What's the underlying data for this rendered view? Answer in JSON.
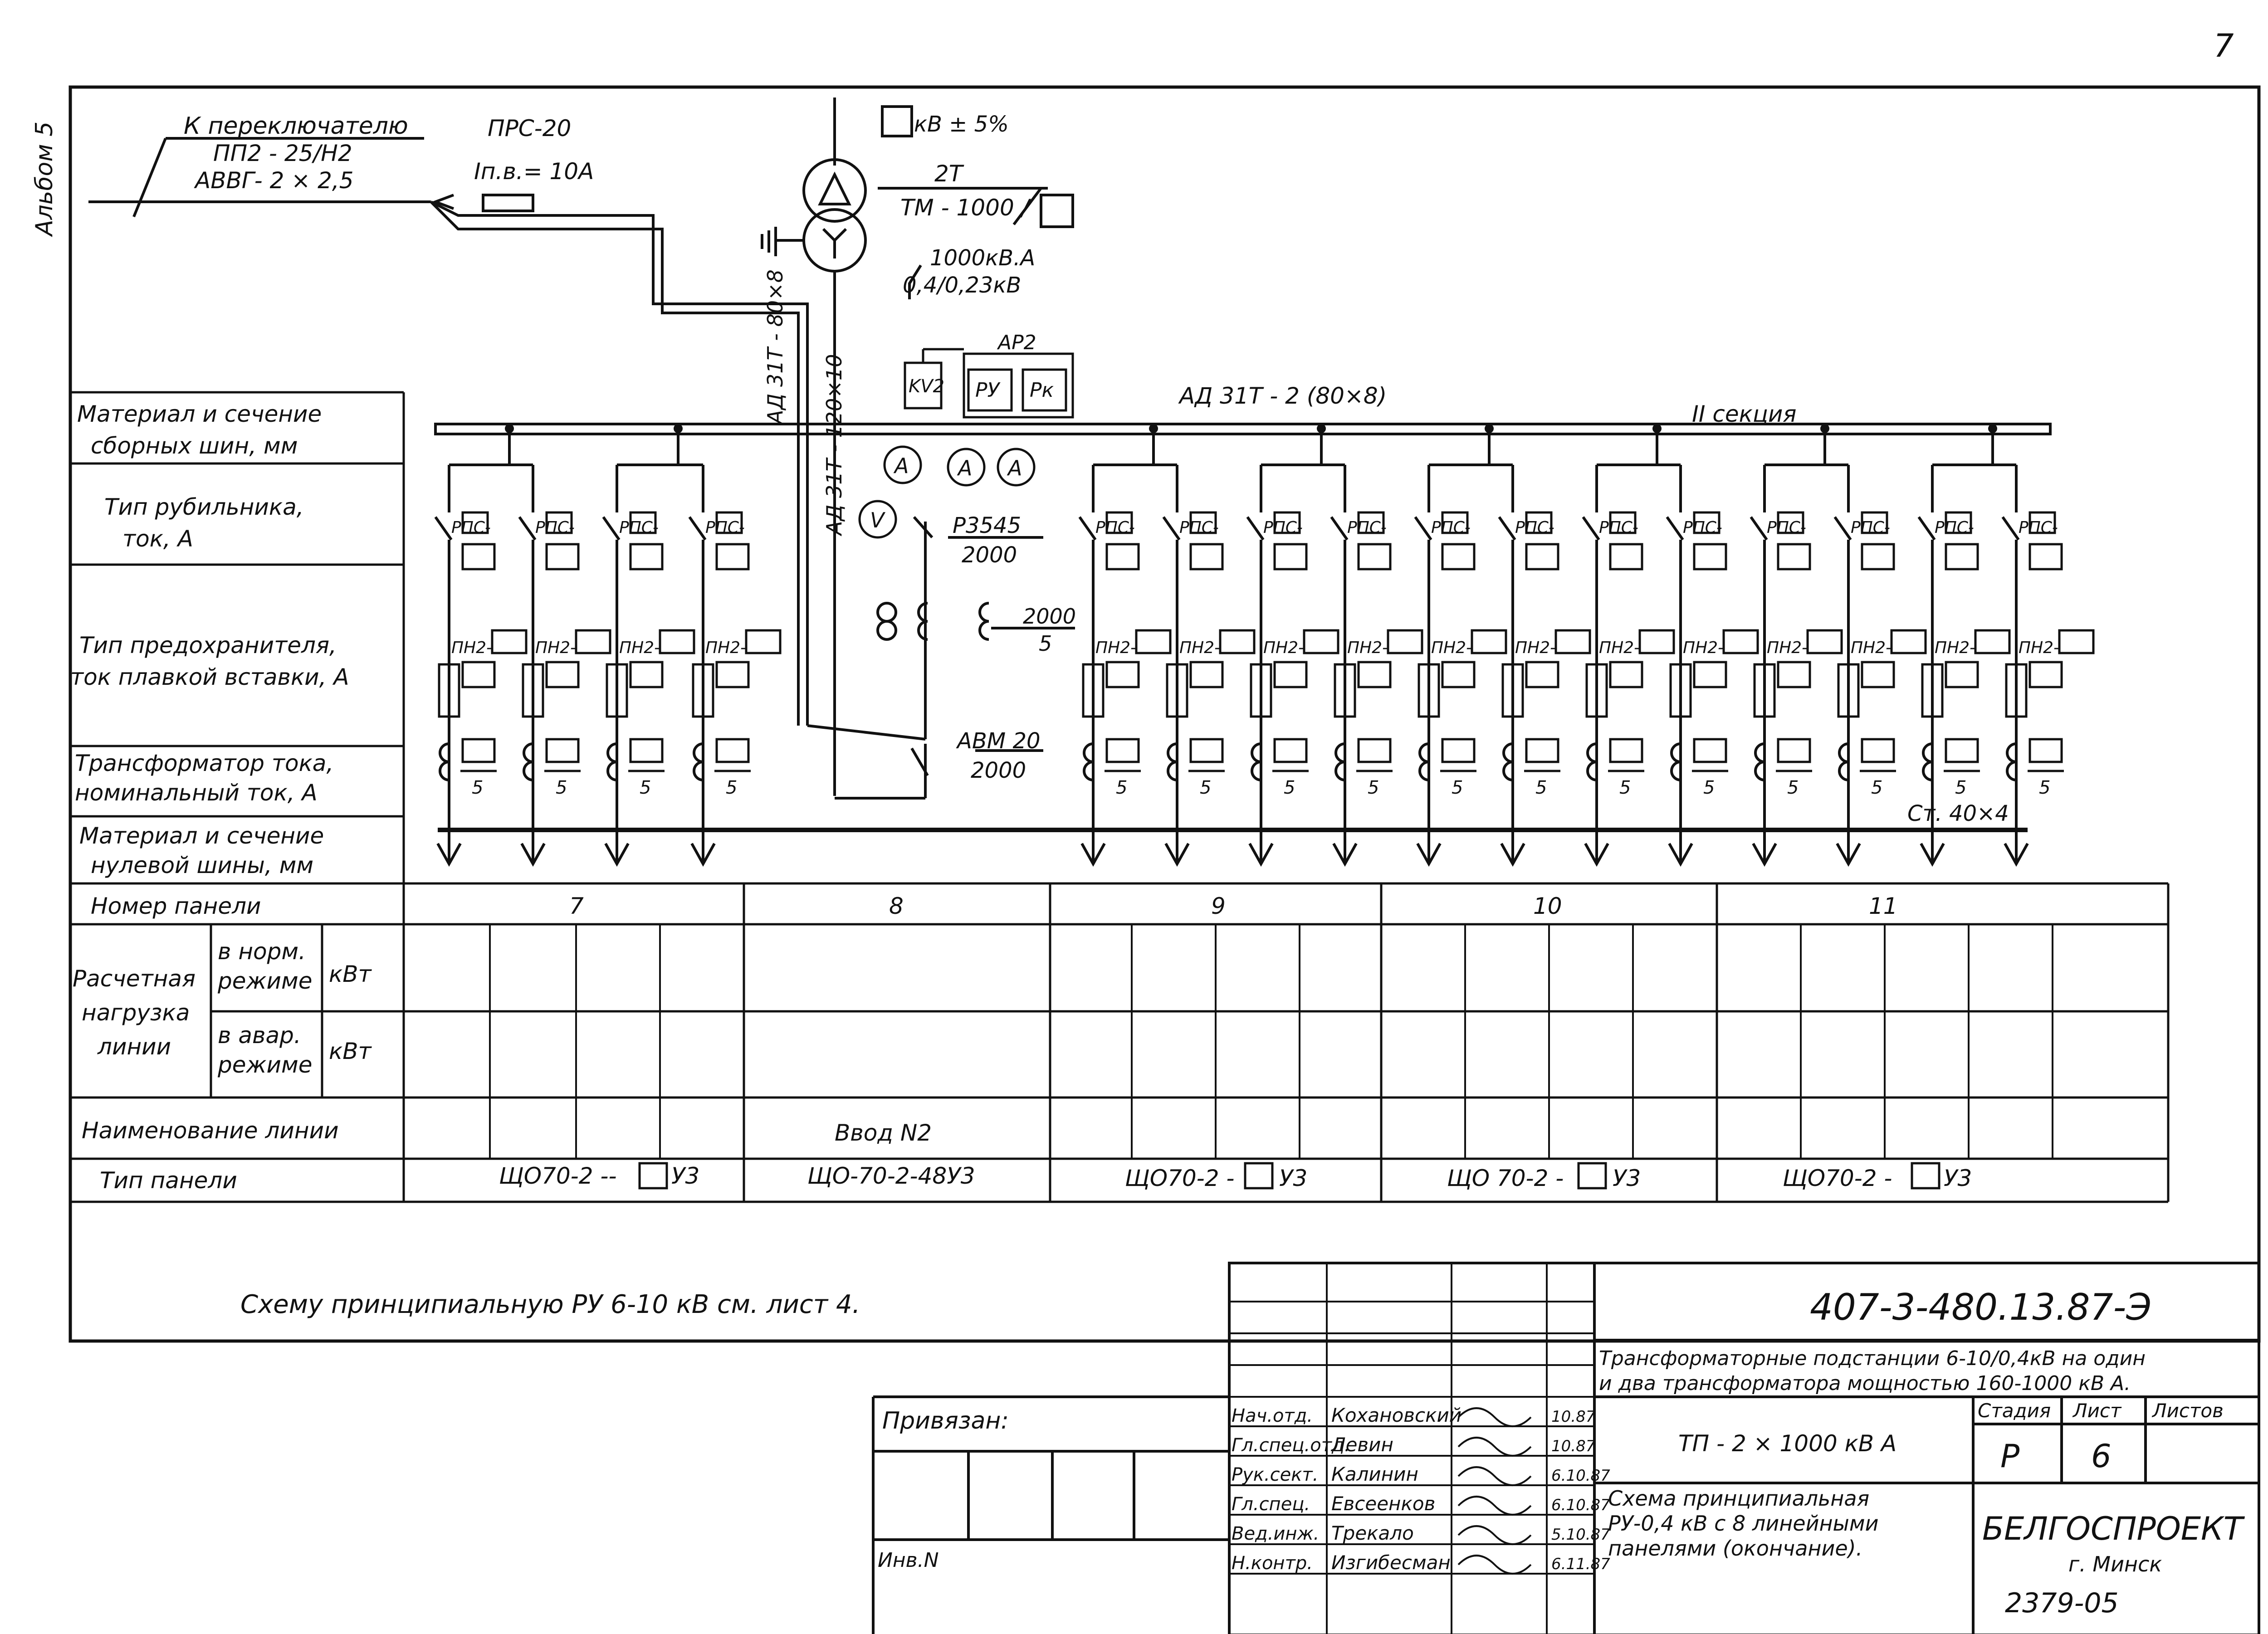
{
  "sheet": {
    "corner_number": "7",
    "side_label": "Альбом 5"
  },
  "feed": {
    "line1": "К переключателю",
    "line2": "ПП2 - 25/Н2",
    "line3": "АВВГ- 2 × 2,5",
    "fuse_type": "ПРС-20",
    "fuse_current": "Iп.в.= 10А"
  },
  "transformer": {
    "voltage_tol": "кВ ± 5%",
    "name": "2Т",
    "type": "ТМ - 1000 /",
    "power": "1000кВ.А",
    "ratio": "0,4/0,23кВ"
  },
  "busbars": {
    "tap1": "АД 31Т - 80×8",
    "tap2": "АД 31Т - 120×10",
    "main": "АД 31Т - 2 (80×8)",
    "section": "II секция",
    "zero_bus": "Ст. 40×4"
  },
  "devices": {
    "ar2": "АР2",
    "kv2": "KV2",
    "ru": "РУ",
    "rk": "Рк",
    "ammeter": "A",
    "voltmeter": "V",
    "switch_type": "Р3545",
    "switch_current": "2000",
    "ct_num": "2000",
    "ct_den": "5",
    "breaker_type": "АВМ 20",
    "breaker_current": "2000",
    "rps": "РПС-",
    "pn2": "ПН2-",
    "ct_secondary": "5"
  },
  "rows": {
    "busbar_material": [
      "Материал и сечение",
      "сборных   шин, мм"
    ],
    "switch_type": [
      "Тип рубильника,",
      "ток,   А"
    ],
    "fuse_type": [
      "Тип  предохранителя,",
      "ток плавкой вставки, А"
    ],
    "current_transformer": [
      "Трансформатор тока,",
      "номинальный ток, А"
    ],
    "zero_bus": [
      "Материал и сечение",
      "нулевой  шины, мм"
    ],
    "panel_number": "Номер панели",
    "calc_load": [
      "Расчетная",
      "нагрузка",
      "линии"
    ],
    "normal_mode": [
      "в норм.",
      "режиме"
    ],
    "emergency_mode": [
      "в авар.",
      "режиме"
    ],
    "unit": "кВт",
    "line_name": "Наименование линии",
    "panel_type": "Тип панели"
  },
  "panels": [
    {
      "number": "7",
      "type": "ЩО70-2 --",
      "suffix": "У3",
      "name": ""
    },
    {
      "number": "8",
      "type": "ЩО-70-2-48У3",
      "suffix": "",
      "name": "Ввод N2"
    },
    {
      "number": "9",
      "type": "ЩО70-2 -",
      "suffix": "У3",
      "name": ""
    },
    {
      "number": "10",
      "type": "ЩО 70-2 -",
      "suffix": "У3",
      "name": ""
    },
    {
      "number": "11",
      "type": "ЩО70-2 -",
      "suffix": "У3",
      "name": ""
    }
  ],
  "note": "Схему принципиальную   РУ 6-10 кВ  см. лист 4.",
  "title_block": {
    "privyazan": "Привязан:",
    "inv": "Инв.N",
    "code": "407-3-480.13.87-Э",
    "project_line1": "Трансформаторные подстанции 6-10/0,4кВ на один",
    "project_line2": "и два трансформатора мощностью 160-1000 кВ А.",
    "tp": "ТП - 2 × 1000 кВ А",
    "drawing_line1": "Схема принципиальная",
    "drawing_line2": "РУ-0,4 кВ с 8 линейными",
    "drawing_line3": "панелями (окончание).",
    "stage_label": "Стадия",
    "sheet_label": "Лист",
    "sheets_label": "Листов",
    "stage": "Р",
    "sheet_no": "6",
    "sheets": "",
    "org": "БЕЛГОСПРОЕКТ",
    "city": "г. Минск",
    "bottom_number": "2379-05",
    "staff": [
      {
        "role": "Нач.отд.",
        "name": "Кохановский",
        "date": "10.87"
      },
      {
        "role": "Гл.спец.отд.",
        "name": "Левин",
        "date": "10.87"
      },
      {
        "role": "Рук.сект.",
        "name": "Калинин",
        "date": "6.10.87"
      },
      {
        "role": "Гл.спец.",
        "name": "Евсеенков",
        "date": "6.10.87"
      },
      {
        "role": "Вед.инж.",
        "name": "Трекало",
        "date": "5.10.87"
      },
      {
        "role": "Н.контр.",
        "name": "Изгибесман",
        "date": "6.11.87"
      }
    ]
  }
}
